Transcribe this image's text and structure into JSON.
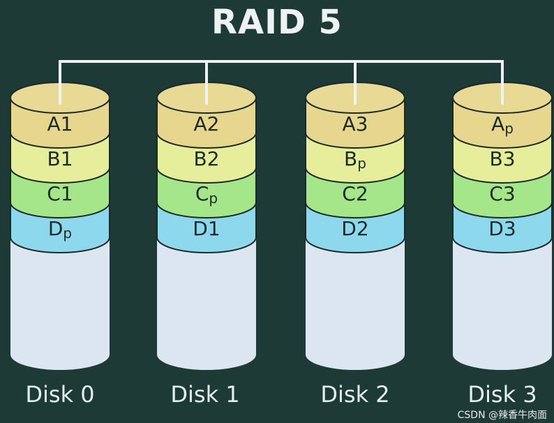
{
  "title": "RAID 5",
  "colors": {
    "background": "#1e3a36",
    "A": "#e6d68e",
    "B": "#e6ee9c",
    "C": "#a6e68a",
    "D": "#8ed8ee",
    "empty": "#dce6f0",
    "top": "#e8d994",
    "outline": "#1a2a26",
    "connector": "#eef3f2"
  },
  "disks": [
    {
      "name": "Disk 0",
      "blocks": [
        {
          "stripe": "A",
          "letter": "A",
          "index": "1"
        },
        {
          "stripe": "B",
          "letter": "B",
          "index": "1"
        },
        {
          "stripe": "C",
          "letter": "C",
          "index": "1"
        },
        {
          "stripe": "D",
          "letter": "D",
          "index": "p"
        }
      ]
    },
    {
      "name": "Disk 1",
      "blocks": [
        {
          "stripe": "A",
          "letter": "A",
          "index": "2"
        },
        {
          "stripe": "B",
          "letter": "B",
          "index": "2"
        },
        {
          "stripe": "C",
          "letter": "C",
          "index": "p"
        },
        {
          "stripe": "D",
          "letter": "D",
          "index": "1"
        }
      ]
    },
    {
      "name": "Disk 2",
      "blocks": [
        {
          "stripe": "A",
          "letter": "A",
          "index": "3"
        },
        {
          "stripe": "B",
          "letter": "B",
          "index": "p"
        },
        {
          "stripe": "C",
          "letter": "C",
          "index": "2"
        },
        {
          "stripe": "D",
          "letter": "D",
          "index": "2"
        }
      ]
    },
    {
      "name": "Disk 3",
      "blocks": [
        {
          "stripe": "A",
          "letter": "A",
          "index": "p"
        },
        {
          "stripe": "B",
          "letter": "B",
          "index": "3"
        },
        {
          "stripe": "C",
          "letter": "C",
          "index": "3"
        },
        {
          "stripe": "D",
          "letter": "D",
          "index": "3"
        }
      ]
    }
  ],
  "watermark": "CSDN @辣香牛肉面"
}
